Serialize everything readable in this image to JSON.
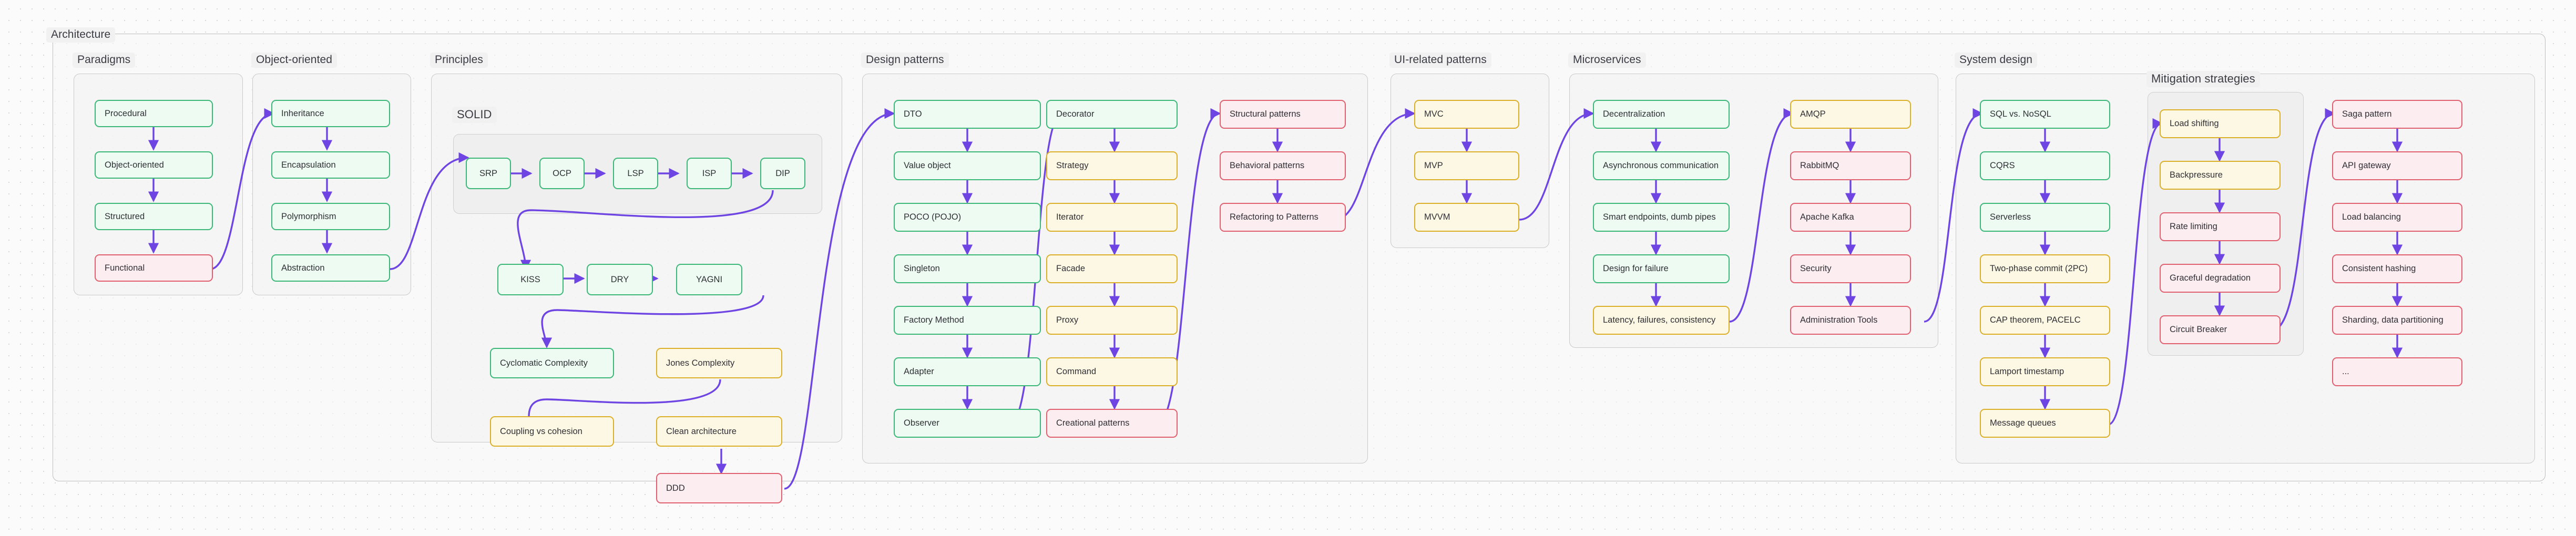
{
  "diagram": {
    "root_label": "Architecture",
    "edge_color": "#6e45e2",
    "node_styles": {
      "green": {
        "fill": "#edfbf2",
        "border": "#3bb877"
      },
      "yellow": {
        "fill": "#fdf8e3",
        "border": "#dcaf29"
      },
      "red": {
        "fill": "#fcedf0",
        "border": "#e0606f"
      }
    },
    "sections": [
      {
        "id": "paradigms",
        "label": "Paradigms",
        "nodes": [
          {
            "label": "Procedural",
            "color": "green"
          },
          {
            "label": "Object-oriented",
            "color": "green"
          },
          {
            "label": "Structured",
            "color": "green"
          },
          {
            "label": "Functional",
            "color": "red"
          }
        ]
      },
      {
        "id": "object-oriented",
        "label": "Object-oriented",
        "nodes": [
          {
            "label": "Inheritance",
            "color": "green"
          },
          {
            "label": "Encapsulation",
            "color": "green"
          },
          {
            "label": "Polymorphism",
            "color": "green"
          },
          {
            "label": "Abstraction",
            "color": "green"
          }
        ]
      },
      {
        "id": "principles",
        "label": "Principles",
        "subgroup": {
          "id": "solid",
          "label": "SOLID"
        },
        "nodes": [
          {
            "label": "SRP",
            "color": "green"
          },
          {
            "label": "OCP",
            "color": "green"
          },
          {
            "label": "LSP",
            "color": "green"
          },
          {
            "label": "ISP",
            "color": "green"
          },
          {
            "label": "DIP",
            "color": "green"
          },
          {
            "label": "KISS",
            "color": "green"
          },
          {
            "label": "DRY",
            "color": "green"
          },
          {
            "label": "YAGNI",
            "color": "green"
          },
          {
            "label": "Cyclomatic Complexity",
            "color": "green"
          },
          {
            "label": "Jones Complexity",
            "color": "yellow"
          },
          {
            "label": "Coupling vs cohesion",
            "color": "yellow"
          },
          {
            "label": "Clean architecture",
            "color": "yellow"
          },
          {
            "label": "DDD",
            "color": "red"
          }
        ]
      },
      {
        "id": "design-patterns",
        "label": "Design patterns",
        "nodes": [
          {
            "label": "DTO",
            "color": "green"
          },
          {
            "label": "Value object",
            "color": "green"
          },
          {
            "label": "POCO (POJO)",
            "color": "green"
          },
          {
            "label": "Singleton",
            "color": "green"
          },
          {
            "label": "Factory Method",
            "color": "green"
          },
          {
            "label": "Adapter",
            "color": "green"
          },
          {
            "label": "Observer",
            "color": "green"
          },
          {
            "label": "Decorator",
            "color": "green"
          },
          {
            "label": "Strategy",
            "color": "yellow"
          },
          {
            "label": "Iterator",
            "color": "yellow"
          },
          {
            "label": "Facade",
            "color": "yellow"
          },
          {
            "label": "Proxy",
            "color": "yellow"
          },
          {
            "label": "Command",
            "color": "yellow"
          },
          {
            "label": "Creational patterns",
            "color": "red"
          },
          {
            "label": "Structural patterns",
            "color": "red"
          },
          {
            "label": "Behavioral patterns",
            "color": "red"
          },
          {
            "label": "Refactoring to Patterns",
            "color": "red"
          }
        ]
      },
      {
        "id": "ui-related-patterns",
        "label": "UI-related patterns",
        "nodes": [
          {
            "label": "MVC",
            "color": "yellow"
          },
          {
            "label": "MVP",
            "color": "yellow"
          },
          {
            "label": "MVVM",
            "color": "yellow"
          }
        ]
      },
      {
        "id": "microservices",
        "label": "Microservices",
        "nodes": [
          {
            "label": "Decentralization",
            "color": "green"
          },
          {
            "label": "Asynchronous communication",
            "color": "green"
          },
          {
            "label": "Smart endpoints, dumb pipes",
            "color": "green"
          },
          {
            "label": "Design for failure",
            "color": "green"
          },
          {
            "label": "Latency, failures, consistency",
            "color": "yellow"
          },
          {
            "label": "AMQP",
            "color": "yellow"
          },
          {
            "label": "RabbitMQ",
            "color": "red"
          },
          {
            "label": "Apache Kafka",
            "color": "red"
          },
          {
            "label": "Security",
            "color": "red"
          },
          {
            "label": "Administration Tools",
            "color": "red"
          }
        ]
      },
      {
        "id": "system-design",
        "label": "System design",
        "subgroup": {
          "id": "mitigation-strategies",
          "label": "Mitigation strategies"
        },
        "nodes": [
          {
            "label": "SQL vs. NoSQL",
            "color": "green"
          },
          {
            "label": "CQRS",
            "color": "green"
          },
          {
            "label": "Serverless",
            "color": "green"
          },
          {
            "label": "Two-phase commit (2PC)",
            "color": "yellow"
          },
          {
            "label": "CAP theorem, PACELC",
            "color": "yellow"
          },
          {
            "label": "Lamport timestamp",
            "color": "yellow"
          },
          {
            "label": "Message queues",
            "color": "yellow"
          },
          {
            "label": "Load shifting",
            "color": "yellow"
          },
          {
            "label": "Backpressure",
            "color": "yellow"
          },
          {
            "label": "Rate limiting",
            "color": "red"
          },
          {
            "label": "Graceful degradation",
            "color": "red"
          },
          {
            "label": "Circuit Breaker",
            "color": "red"
          },
          {
            "label": "Saga pattern",
            "color": "red"
          },
          {
            "label": "API gateway",
            "color": "red"
          },
          {
            "label": "Load balancing",
            "color": "red"
          },
          {
            "label": "Consistent hashing",
            "color": "red"
          },
          {
            "label": "Sharding, data partitioning",
            "color": "red"
          },
          {
            "label": "...",
            "color": "red"
          }
        ]
      }
    ]
  }
}
